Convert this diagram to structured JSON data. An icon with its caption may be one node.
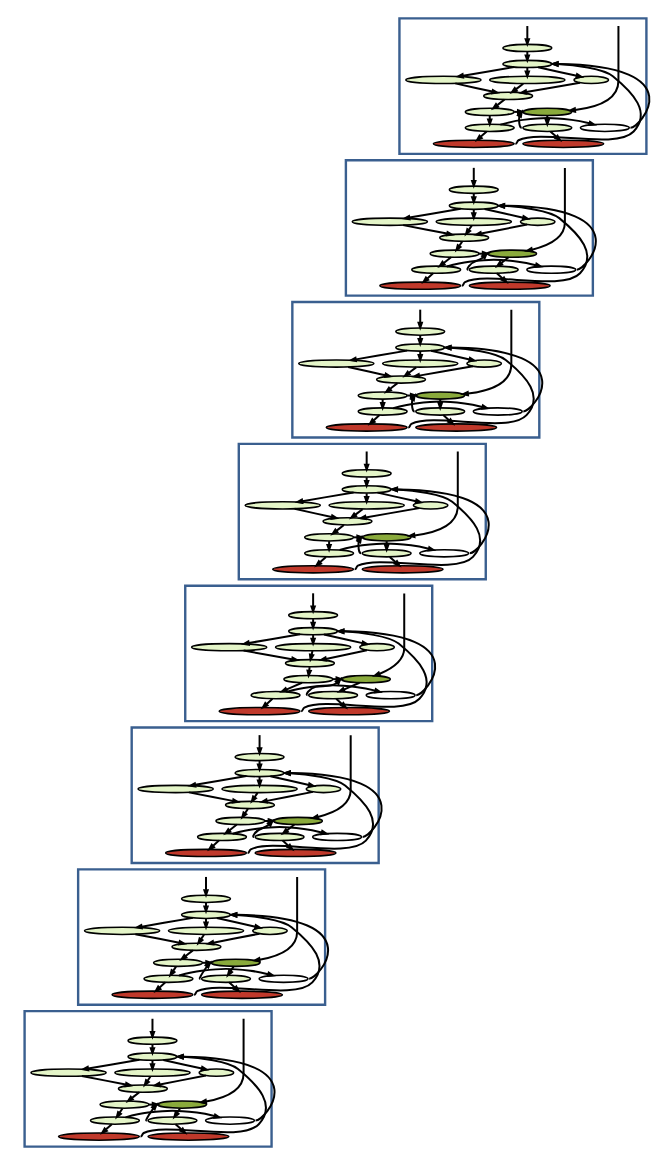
{
  "diagram": {
    "nodes": [
      {
        "text": [],
        "shape": "box"
      },
      {
        "text": [],
        "shape": "ellipse",
        "in": 0
      },
      {
        "text": [],
        "shape": "ellipse",
        "in": 0
      },
      {
        "text": [],
        "shape": "ellipse",
        "in": 0
      },
      {
        "text": [],
        "shape": "ellipse",
        "in": 0
      },
      {
        "text": [],
        "shape": "ellipse",
        "in": 0
      },
      {
        "text": [],
        "shape": "ellipse",
        "in": 0
      },
      {
        "text": [],
        "shape": "ellipse",
        "in": 0
      },
      {
        "text": [],
        "shape": "ellipse",
        "in": 0
      },
      {
        "text": [],
        "shape": "ellipse",
        "in": 0
      },
      {
        "text": [],
        "shape": "ellipse",
        "in": 0
      },
      {
        "text": [],
        "shape": "ellipse",
        "in": 0
      },
      {
        "text": [],
        "shape": "ellipse",
        "in": 0
      },
      {
        "text": [],
        "shape": "ellipse",
        "in": 0
      },
      {
        "text": [],
        "shape": "box"
      },
      {
        "text": [],
        "shape": "ellipse",
        "in": 14
      },
      {
        "text": [],
        "shape": "ellipse",
        "in": 14
      },
      {
        "text": [],
        "shape": "ellipse",
        "in": 14
      },
      {
        "text": [],
        "shape": "ellipse",
        "in": 14
      },
      {
        "text": [],
        "shape": "ellipse",
        "in": 14
      },
      {
        "text": [],
        "shape": "ellipse",
        "in": 14
      },
      {
        "text": [],
        "shape": "ellipse",
        "in": 14
      },
      {
        "text": [],
        "shape": "ellipse",
        "in": 14
      },
      {
        "text": [],
        "shape": "ellipse",
        "in": 14
      },
      {
        "text": [],
        "shape": "ellipse",
        "in": 14
      },
      {
        "text": [],
        "shape": "ellipse",
        "in": 14
      },
      {
        "text": [],
        "shape": "ellipse",
        "in": 14
      },
      {
        "text": [],
        "shape": "ellipse",
        "in": 14
      },
      {
        "text": [],
        "shape": "box"
      },
      {
        "text": [],
        "shape": "ellipse",
        "in": 28
      },
      {
        "text": [],
        "shape": "ellipse",
        "in": 28
      },
      {
        "text": [],
        "shape": "ellipse",
        "in": 28
      },
      {
        "text": [],
        "shape": "ellipse",
        "in": 28
      },
      {
        "text": [],
        "shape": "ellipse",
        "in": 28
      },
      {
        "text": [],
        "shape": "ellipse",
        "in": 28
      },
      {
        "text": [],
        "shape": "ellipse",
        "in": 28
      },
      {
        "text": [],
        "shape": "ellipse",
        "in": 28
      },
      {
        "text": [],
        "shape": "ellipse",
        "in": 28
      },
      {
        "text": [],
        "shape": "ellipse",
        "in": 28
      },
      {
        "text": [],
        "shape": "ellipse",
        "in": 28
      },
      {
        "text": [],
        "shape": "ellipse",
        "in": 28
      },
      {
        "text": [],
        "shape": "ellipse",
        "in": 28
      },
      {
        "text": [],
        "shape": "box"
      },
      {
        "text": [],
        "shape": "ellipse",
        "in": 42
      },
      {
        "text": [],
        "shape": "ellipse",
        "in": 42
      },
      {
        "text": [],
        "shape": "ellipse",
        "in": 42
      },
      {
        "text": [],
        "shape": "ellipse",
        "in": 42
      },
      {
        "text": [],
        "shape": "ellipse",
        "in": 42
      },
      {
        "text": [],
        "shape": "ellipse",
        "in": 42
      },
      {
        "text": [],
        "shape": "ellipse",
        "in": 42
      },
      {
        "text": [],
        "shape": "ellipse",
        "in": 42
      },
      {
        "text": [],
        "shape": "ellipse",
        "in": 42
      },
      {
        "text": [],
        "shape": "ellipse",
        "in": 42
      },
      {
        "text": [],
        "shape": "ellipse",
        "in": 42
      },
      {
        "text": [],
        "shape": "ellipse",
        "in": 42
      },
      {
        "text": [],
        "shape": "ellipse",
        "in": 42
      },
      {
        "text": [],
        "shape": "box"
      },
      {
        "text": [],
        "shape": "ellipse",
        "in": 56
      },
      {
        "text": [],
        "shape": "ellipse",
        "in": 56
      },
      {
        "text": [],
        "shape": "ellipse",
        "in": 56
      },
      {
        "text": [],
        "shape": "ellipse",
        "in": 56
      },
      {
        "text": [],
        "shape": "ellipse",
        "in": 56
      },
      {
        "text": [],
        "shape": "ellipse",
        "in": 56
      },
      {
        "text": [],
        "shape": "ellipse",
        "in": 56
      },
      {
        "text": [],
        "shape": "ellipse",
        "in": 56
      },
      {
        "text": [],
        "shape": "ellipse",
        "in": 56
      },
      {
        "text": [],
        "shape": "ellipse",
        "in": 56
      },
      {
        "text": [],
        "shape": "ellipse",
        "in": 56
      },
      {
        "text": [],
        "shape": "ellipse",
        "in": 56
      },
      {
        "text": [],
        "shape": "ellipse",
        "in": 56
      },
      {
        "text": [],
        "shape": "box"
      },
      {
        "text": [],
        "shape": "ellipse",
        "in": 70
      },
      {
        "text": [],
        "shape": "ellipse",
        "in": 70
      },
      {
        "text": [],
        "shape": "ellipse",
        "in": 70
      },
      {
        "text": [],
        "shape": "ellipse",
        "in": 70
      },
      {
        "text": [],
        "shape": "ellipse",
        "in": 70
      },
      {
        "text": [],
        "shape": "ellipse",
        "in": 70
      },
      {
        "text": [],
        "shape": "ellipse",
        "in": 70
      },
      {
        "text": [],
        "shape": "ellipse",
        "in": 70
      },
      {
        "text": [],
        "shape": "ellipse",
        "in": 70
      },
      {
        "text": [],
        "shape": "ellipse",
        "in": 70
      },
      {
        "text": [],
        "shape": "ellipse",
        "in": 70
      },
      {
        "text": [],
        "shape": "ellipse",
        "in": 70
      },
      {
        "text": [],
        "shape": "ellipse",
        "in": 70
      },
      {
        "text": [],
        "shape": "box"
      },
      {
        "text": [],
        "shape": "ellipse",
        "in": 84
      },
      {
        "text": [],
        "shape": "ellipse",
        "in": 84
      },
      {
        "text": [],
        "shape": "ellipse",
        "in": 84
      },
      {
        "text": [],
        "shape": "ellipse",
        "in": 84
      },
      {
        "text": [],
        "shape": "ellipse",
        "in": 84
      },
      {
        "text": [],
        "shape": "ellipse",
        "in": 84
      },
      {
        "text": [],
        "shape": "ellipse",
        "in": 84
      },
      {
        "text": [],
        "shape": "ellipse",
        "in": 84
      },
      {
        "text": [],
        "shape": "ellipse",
        "in": 84
      },
      {
        "text": [],
        "shape": "ellipse",
        "in": 84
      },
      {
        "text": [],
        "shape": "ellipse",
        "in": 84
      },
      {
        "text": [],
        "shape": "ellipse",
        "in": 84
      },
      {
        "text": [],
        "shape": "ellipse",
        "in": 84
      },
      {
        "text": [],
        "shape": "box"
      },
      {
        "text": [],
        "shape": "ellipse",
        "in": 98
      },
      {
        "text": [],
        "shape": "ellipse",
        "in": 98
      },
      {
        "text": [],
        "shape": "ellipse",
        "in": 98
      },
      {
        "text": [],
        "shape": "ellipse",
        "in": 98
      },
      {
        "text": [],
        "shape": "ellipse",
        "in": 98
      },
      {
        "text": [],
        "shape": "ellipse",
        "in": 98
      },
      {
        "text": [],
        "shape": "ellipse",
        "in": 98
      },
      {
        "text": [],
        "shape": "ellipse",
        "in": 98
      },
      {
        "text": [],
        "shape": "ellipse",
        "in": 98
      },
      {
        "text": [],
        "shape": "ellipse",
        "in": 98
      },
      {
        "text": [],
        "shape": "ellipse",
        "in": 98
      },
      {
        "text": [],
        "shape": "ellipse",
        "in": 98
      },
      {
        "text": [],
        "shape": "ellipse",
        "in": 98
      }
    ],
    "edges": [
      {
        "from": 0,
        "to": 1,
        "arrow": "to"
      },
      {
        "from": 1,
        "to": 2,
        "arrow": "to"
      },
      {
        "from": 2,
        "to": 3,
        "arrow": "to"
      },
      {
        "from": 2,
        "to": 4,
        "arrow": "to"
      },
      {
        "from": 2,
        "to": 5,
        "arrow": "to"
      },
      {
        "from": 3,
        "to": 6,
        "arrow": "to"
      },
      {
        "from": 4,
        "to": 6,
        "arrow": "to"
      },
      {
        "from": 5,
        "to": 6,
        "arrow": "to"
      },
      {
        "from": 6,
        "to": 7,
        "arrow": "to"
      },
      {
        "from": 7,
        "to": 8,
        "arrow": "to"
      },
      {
        "from": 8,
        "to": 9,
        "arrow": "to"
      },
      {
        "from": 7,
        "to": 11,
        "arrow": "to"
      },
      {
        "from": 8,
        "to": 10,
        "arrow": "to"
      },
      {
        "from": 10,
        "to": 2,
        "arrow": "to"
      },
      {
        "from": 9,
        "to": 2,
        "arrow": "to"
      },
      {
        "from": 0,
        "to": 11,
        "arrow": "to"
      },
      {
        "from": 11,
        "to": 12,
        "arrow": "to"
      },
      {
        "from": 12,
        "to": 13,
        "arrow": "to"
      },
      {
        "from": 12,
        "to": 11,
        "arrow": "to"
      },
      {
        "from": 14,
        "to": 15,
        "arrow": "to"
      },
      {
        "from": 15,
        "to": 16,
        "arrow": "to"
      },
      {
        "from": 16,
        "to": 17,
        "arrow": "to"
      },
      {
        "from": 16,
        "to": 18,
        "arrow": "to"
      },
      {
        "from": 16,
        "to": 19,
        "arrow": "to"
      },
      {
        "from": 17,
        "to": 20,
        "arrow": "to"
      },
      {
        "from": 18,
        "to": 20,
        "arrow": "to"
      },
      {
        "from": 19,
        "to": 20,
        "arrow": "to"
      },
      {
        "from": 20,
        "to": 21,
        "arrow": "to"
      },
      {
        "from": 21,
        "to": 22,
        "arrow": "to"
      },
      {
        "from": 22,
        "to": 23,
        "arrow": "to"
      },
      {
        "from": 21,
        "to": 25,
        "arrow": "to"
      },
      {
        "from": 22,
        "to": 24,
        "arrow": "to"
      },
      {
        "from": 24,
        "to": 16,
        "arrow": "to"
      },
      {
        "from": 23,
        "to": 16,
        "arrow": "to"
      },
      {
        "from": 14,
        "to": 25,
        "arrow": "to"
      },
      {
        "from": 25,
        "to": 26,
        "arrow": "to"
      },
      {
        "from": 26,
        "to": 27,
        "arrow": "to"
      },
      {
        "from": 26,
        "to": 25,
        "arrow": "to"
      },
      {
        "from": 28,
        "to": 29,
        "arrow": "to"
      },
      {
        "from": 29,
        "to": 30,
        "arrow": "to"
      },
      {
        "from": 30,
        "to": 31,
        "arrow": "to"
      },
      {
        "from": 30,
        "to": 32,
        "arrow": "to"
      },
      {
        "from": 30,
        "to": 33,
        "arrow": "to"
      },
      {
        "from": 31,
        "to": 34,
        "arrow": "to"
      },
      {
        "from": 32,
        "to": 34,
        "arrow": "to"
      },
      {
        "from": 33,
        "to": 34,
        "arrow": "to"
      },
      {
        "from": 34,
        "to": 35,
        "arrow": "to"
      },
      {
        "from": 35,
        "to": 36,
        "arrow": "to"
      },
      {
        "from": 36,
        "to": 37,
        "arrow": "to"
      },
      {
        "from": 35,
        "to": 39,
        "arrow": "to"
      },
      {
        "from": 36,
        "to": 38,
        "arrow": "to"
      },
      {
        "from": 38,
        "to": 30,
        "arrow": "to"
      },
      {
        "from": 37,
        "to": 30,
        "arrow": "to"
      },
      {
        "from": 28,
        "to": 39,
        "arrow": "to"
      },
      {
        "from": 39,
        "to": 40,
        "arrow": "to"
      },
      {
        "from": 40,
        "to": 41,
        "arrow": "to"
      },
      {
        "from": 40,
        "to": 39,
        "arrow": "to"
      },
      {
        "from": 42,
        "to": 43,
        "arrow": "to"
      },
      {
        "from": 43,
        "to": 44,
        "arrow": "to"
      },
      {
        "from": 44,
        "to": 45,
        "arrow": "to"
      },
      {
        "from": 44,
        "to": 46,
        "arrow": "to"
      },
      {
        "from": 44,
        "to": 47,
        "arrow": "to"
      },
      {
        "from": 45,
        "to": 48,
        "arrow": "to"
      },
      {
        "from": 46,
        "to": 48,
        "arrow": "to"
      },
      {
        "from": 47,
        "to": 48,
        "arrow": "to"
      },
      {
        "from": 48,
        "to": 49,
        "arrow": "to"
      },
      {
        "from": 49,
        "to": 50,
        "arrow": "to"
      },
      {
        "from": 50,
        "to": 51,
        "arrow": "to"
      },
      {
        "from": 49,
        "to": 53,
        "arrow": "to"
      },
      {
        "from": 50,
        "to": 52,
        "arrow": "to"
      },
      {
        "from": 52,
        "to": 44,
        "arrow": "to"
      },
      {
        "from": 51,
        "to": 44,
        "arrow": "to"
      },
      {
        "from": 42,
        "to": 53,
        "arrow": "to"
      },
      {
        "from": 53,
        "to": 54,
        "arrow": "to"
      },
      {
        "from": 54,
        "to": 55,
        "arrow": "to"
      },
      {
        "from": 54,
        "to": 53,
        "arrow": "to"
      },
      {
        "from": 56,
        "to": 57,
        "arrow": "to"
      },
      {
        "from": 57,
        "to": 58,
        "arrow": "to"
      },
      {
        "from": 58,
        "to": 59,
        "arrow": "to"
      },
      {
        "from": 58,
        "to": 60,
        "arrow": "to"
      },
      {
        "from": 58,
        "to": 61,
        "arrow": "to"
      },
      {
        "from": 59,
        "to": 62,
        "arrow": "to"
      },
      {
        "from": 60,
        "to": 62,
        "arrow": "to"
      },
      {
        "from": 61,
        "to": 62,
        "arrow": "to"
      },
      {
        "from": 62,
        "to": 63,
        "arrow": "to"
      },
      {
        "from": 63,
        "to": 64,
        "arrow": "to"
      },
      {
        "from": 64,
        "to": 65,
        "arrow": "to"
      },
      {
        "from": 63,
        "to": 67,
        "arrow": "to"
      },
      {
        "from": 64,
        "to": 66,
        "arrow": "to"
      },
      {
        "from": 66,
        "to": 58,
        "arrow": "to"
      },
      {
        "from": 65,
        "to": 58,
        "arrow": "to"
      },
      {
        "from": 56,
        "to": 67,
        "arrow": "to"
      },
      {
        "from": 67,
        "to": 68,
        "arrow": "to"
      },
      {
        "from": 68,
        "to": 69,
        "arrow": "to"
      },
      {
        "from": 68,
        "to": 67,
        "arrow": "to"
      },
      {
        "from": 70,
        "to": 71,
        "arrow": "to"
      },
      {
        "from": 71,
        "to": 72,
        "arrow": "to"
      },
      {
        "from": 72,
        "to": 73,
        "arrow": "to"
      },
      {
        "from": 72,
        "to": 74,
        "arrow": "to"
      },
      {
        "from": 72,
        "to": 75,
        "arrow": "to"
      },
      {
        "from": 73,
        "to": 76,
        "arrow": "to"
      },
      {
        "from": 74,
        "to": 76,
        "arrow": "to"
      },
      {
        "from": 75,
        "to": 76,
        "arrow": "to"
      },
      {
        "from": 76,
        "to": 77,
        "arrow": "to"
      },
      {
        "from": 77,
        "to": 78,
        "arrow": "to"
      },
      {
        "from": 78,
        "to": 79,
        "arrow": "to"
      },
      {
        "from": 77,
        "to": 81,
        "arrow": "to"
      },
      {
        "from": 78,
        "to": 80,
        "arrow": "to"
      },
      {
        "from": 80,
        "to": 72,
        "arrow": "to"
      },
      {
        "from": 79,
        "to": 72,
        "arrow": "to"
      },
      {
        "from": 70,
        "to": 81,
        "arrow": "to"
      },
      {
        "from": 81,
        "to": 82,
        "arrow": "to"
      },
      {
        "from": 82,
        "to": 83,
        "arrow": "to"
      },
      {
        "from": 82,
        "to": 81,
        "arrow": "to"
      },
      {
        "from": 84,
        "to": 85,
        "arrow": "to"
      },
      {
        "from": 85,
        "to": 86,
        "arrow": "to"
      },
      {
        "from": 86,
        "to": 87,
        "arrow": "to"
      },
      {
        "from": 86,
        "to": 88,
        "arrow": "to"
      },
      {
        "from": 86,
        "to": 89,
        "arrow": "to"
      },
      {
        "from": 87,
        "to": 90,
        "arrow": "to"
      },
      {
        "from": 88,
        "to": 90,
        "arrow": "to"
      },
      {
        "from": 89,
        "to": 90,
        "arrow": "to"
      },
      {
        "from": 90,
        "to": 91,
        "arrow": "to"
      },
      {
        "from": 91,
        "to": 92,
        "arrow": "to"
      },
      {
        "from": 92,
        "to": 93,
        "arrow": "to"
      },
      {
        "from": 91,
        "to": 95,
        "arrow": "to"
      },
      {
        "from": 92,
        "to": 94,
        "arrow": "to"
      },
      {
        "from": 94,
        "to": 86,
        "arrow": "to"
      },
      {
        "from": 93,
        "to": 86,
        "arrow": "to"
      },
      {
        "from": 84,
        "to": 95,
        "arrow": "to"
      },
      {
        "from": 95,
        "to": 96,
        "arrow": "to"
      },
      {
        "from": 96,
        "to": 97,
        "arrow": "to"
      },
      {
        "from": 96,
        "to": 95,
        "arrow": "to"
      },
      {
        "from": 98,
        "to": 99,
        "arrow": "to"
      },
      {
        "from": 99,
        "to": 100,
        "arrow": "to"
      },
      {
        "from": 100,
        "to": 101,
        "arrow": "to"
      },
      {
        "from": 100,
        "to": 102,
        "arrow": "to"
      },
      {
        "from": 100,
        "to": 103,
        "arrow": "to"
      },
      {
        "from": 101,
        "to": 104,
        "arrow": "to"
      },
      {
        "from": 102,
        "to": 104,
        "arrow": "to"
      },
      {
        "from": 103,
        "to": 104,
        "arrow": "to"
      },
      {
        "from": 104,
        "to": 105,
        "arrow": "to"
      },
      {
        "from": 105,
        "to": 106,
        "arrow": "to"
      },
      {
        "from": 106,
        "to": 107,
        "arrow": "to"
      },
      {
        "from": 105,
        "to": 109,
        "arrow": "to"
      },
      {
        "from": 106,
        "to": 108,
        "arrow": "to"
      },
      {
        "from": 108,
        "to": 100,
        "arrow": "to"
      },
      {
        "from": 107,
        "to": 100,
        "arrow": "to"
      },
      {
        "from": 98,
        "to": 109,
        "arrow": "to"
      },
      {
        "from": 109,
        "to": 110,
        "arrow": "to"
      },
      {
        "from": 110,
        "to": 111,
        "arrow": "to"
      },
      {
        "from": 110,
        "to": 109,
        "arrow": "to"
      }
    ]
  }
}
